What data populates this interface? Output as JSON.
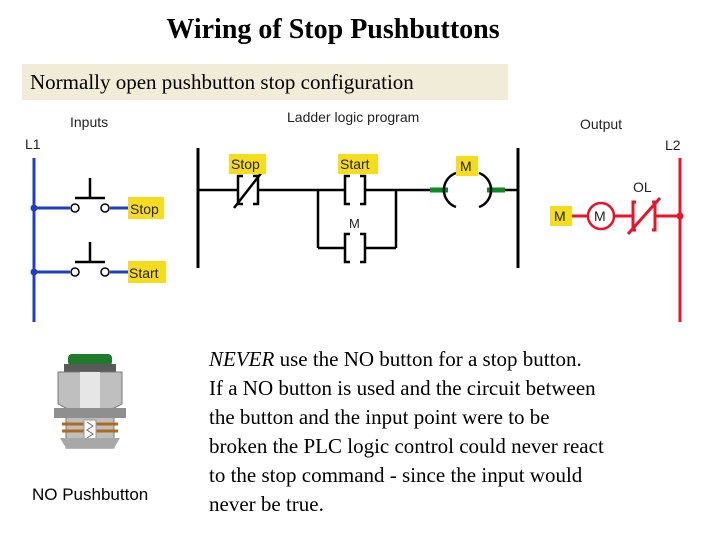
{
  "title": "Wiring of Stop Pushbuttons",
  "subtitle": "Normally open pushbutton stop configuration",
  "diagram": {
    "l1": "L1",
    "l2": "L2",
    "inputs": "Inputs",
    "ladder": "Ladder logic program",
    "output": "Output",
    "input_stop": "Stop",
    "input_start": "Start",
    "contact_stop": "Stop",
    "contact_start": "Start",
    "contact_m": "M",
    "coil_m": "M",
    "output_m": "M",
    "motor": "M",
    "ol": "OL"
  },
  "caption": "NO Pushbutton",
  "paragraph": {
    "emph": "NEVER",
    "line1_rest": " use the NO button for a stop button.",
    "line2": "If a NO button is used and the circuit between",
    "line3": "the button and the input point were to be",
    "line4": "broken the PLC logic control could never react",
    "line5": "to the stop command - since the input would",
    "line6": "never be true."
  },
  "colors": {
    "blue": "#1f3fbf",
    "red": "#e8142a",
    "green": "#0a8a22",
    "label_yellow": "#f5dd1e",
    "subtitle_bg": "#f0ecd8"
  }
}
